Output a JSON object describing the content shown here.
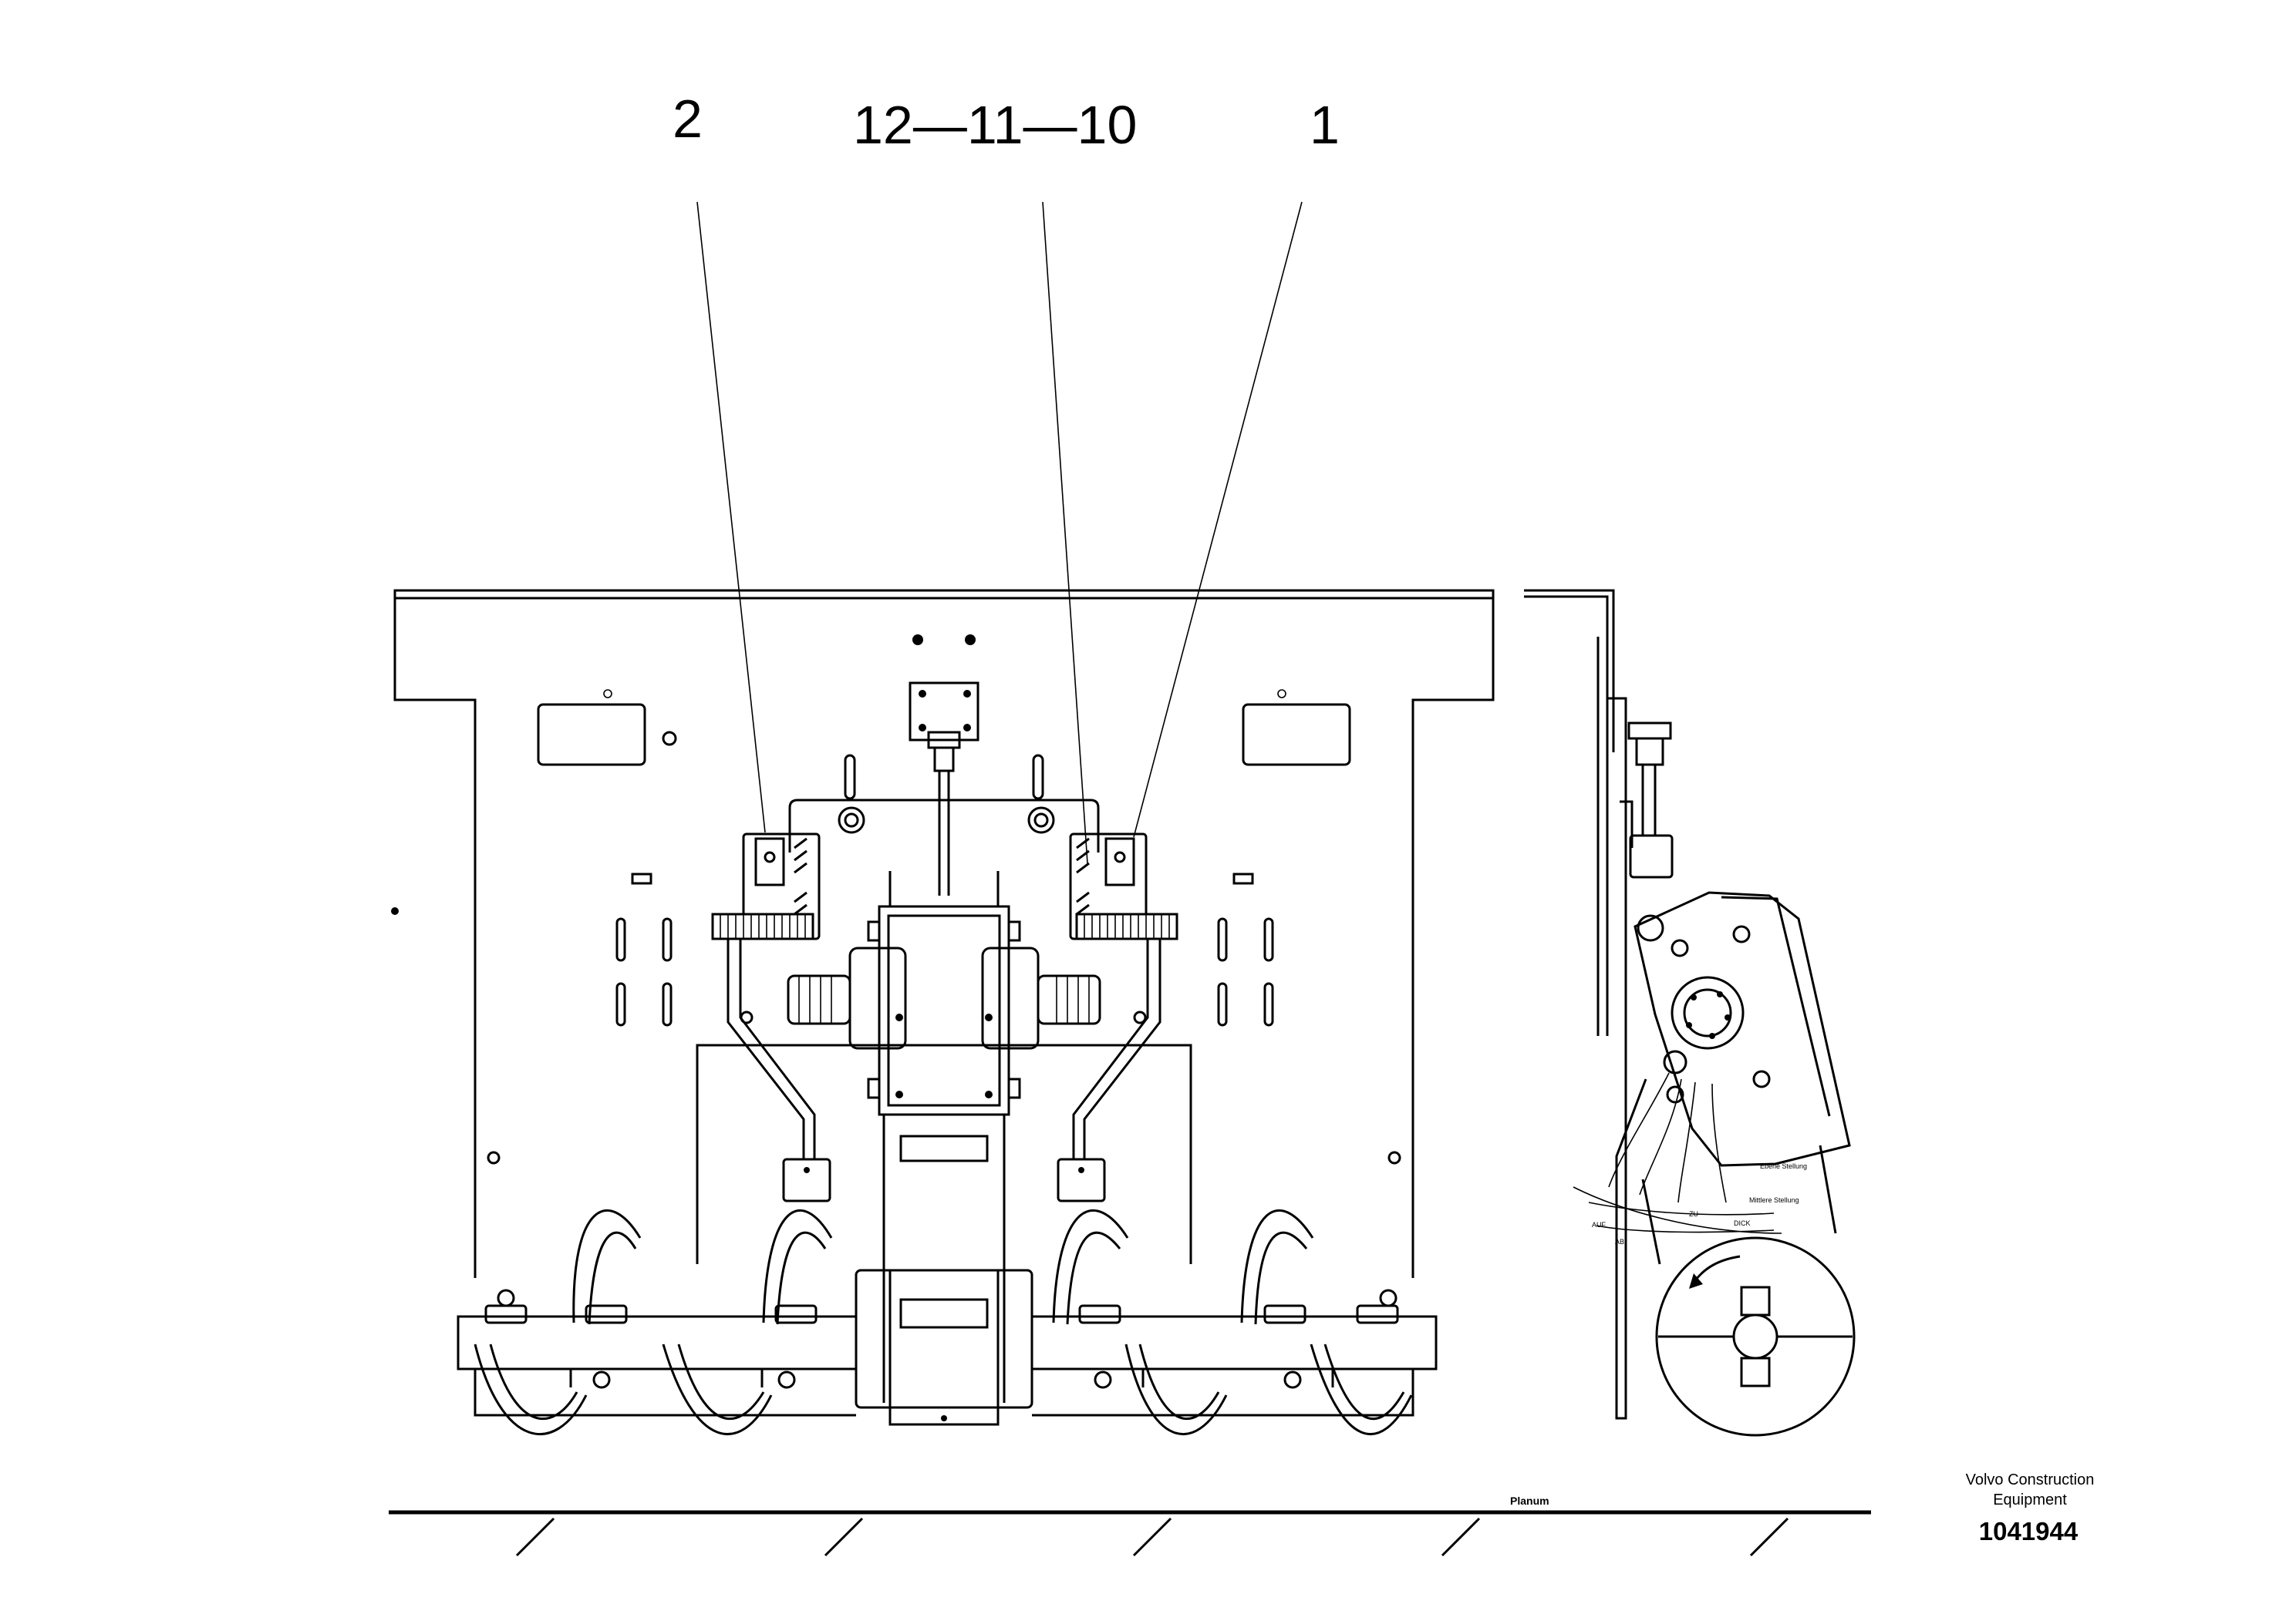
{
  "callouts": {
    "item_2": "2",
    "item_12_11_10": "12—11—10",
    "item_1": "1"
  },
  "side_view_labels": {
    "position_1": "Ebene Stellung",
    "position_2": "Mittlere Stellung",
    "label_auf": "AUF",
    "label_zu": "ZU",
    "label_ab": "AB",
    "label_dick": "DICK"
  },
  "ground_label": "Planum",
  "footer": {
    "company_line1": "Volvo Construction",
    "company_line2": "Equipment",
    "drawing_number": "1041944"
  }
}
